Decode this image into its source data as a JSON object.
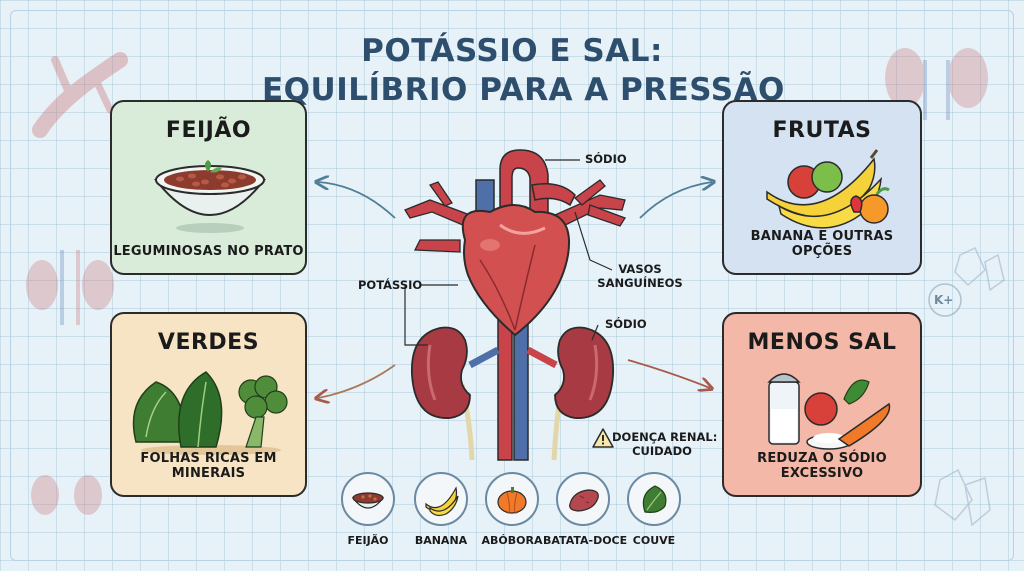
{
  "title": {
    "line1": "POTÁSSIO E SAL:",
    "line2": "EQUILÍBRIO PARA A PRESSÃO"
  },
  "cards": {
    "feijao": {
      "title": "FEIJÃO",
      "caption": "LEGUMINOSAS NO PRATO",
      "color": "#d8ecd9"
    },
    "frutas": {
      "title": "FRUTAS",
      "caption": "BANANA E OUTRAS OPÇÕES",
      "color": "#d4e2f2"
    },
    "verdes": {
      "title": "VERDES",
      "caption": "FOLHAS RICAS EM MINERAIS",
      "color": "#f7e4c4"
    },
    "menos_sal": {
      "title": "MENOS SAL",
      "caption": "REDUZA O SÓDIO EXCESSIVO",
      "color": "#f4b8a8"
    }
  },
  "diagram": {
    "sodio_top": "SÓDIO",
    "vasos_line1": "VASOS",
    "vasos_line2": "SANGUÍNEOS",
    "potassio": "POTÁSSIO",
    "sodio_kidney": "SÓDIO",
    "warning_line1": "DOENÇA RENAL:",
    "warning_line2": "CUIDADO",
    "warning_icon": "warning-triangle-icon",
    "potassium_badge": "K+"
  },
  "foods": [
    {
      "label": "FEIJÃO",
      "icon": "beans-bowl-icon"
    },
    {
      "label": "BANANA",
      "icon": "banana-icon"
    },
    {
      "label": "ABÓBORA",
      "icon": "pumpkin-icon"
    },
    {
      "label": "BATATA-DOCE",
      "icon": "sweet-potato-icon"
    },
    {
      "label": "COUVE",
      "icon": "kale-leaf-icon"
    }
  ],
  "colors": {
    "heart": "#c9434a",
    "vein": "#4f6fa8",
    "kidney": "#a83a44",
    "title": "#2e4e6e"
  }
}
